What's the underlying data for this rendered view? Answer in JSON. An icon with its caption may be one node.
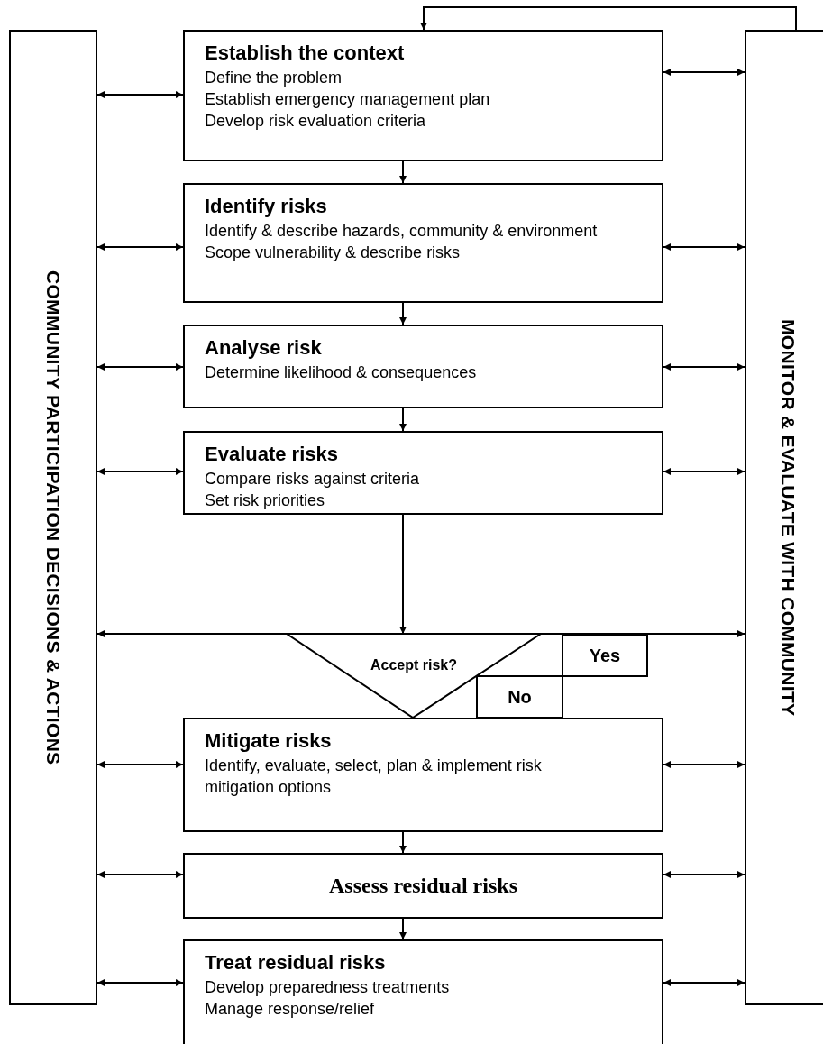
{
  "diagram": {
    "nodes": [
      {
        "text": [
          "COMMUNITY PARTICIPATION DECISIONS & ACTIONS"
        ]
      },
      {
        "text": [
          "Establish the context",
          "Define the problem",
          "Establish emergency management plan",
          "Develop risk evaluation criteria"
        ]
      },
      {
        "text": [
          "Identify risks",
          "Identify & describe hazards, community & environment",
          "Scope vulnerability & describe risks"
        ]
      },
      {
        "text": [
          "Analyse risk",
          "Determine likelihood & consequences"
        ]
      },
      {
        "text": [
          "Evaluate risks",
          "Compare risks against criteria",
          "Set risk priorities"
        ]
      },
      {
        "text": [
          "Accept risk?"
        ]
      },
      {
        "text": [
          "Yes"
        ]
      },
      {
        "text": [
          "No"
        ]
      },
      {
        "text": [
          "Mitigate risks",
          "Identify, evaluate, select, plan & implement risk mitigation options"
        ]
      },
      {
        "text": [
          "Assess residual risks"
        ]
      },
      {
        "text": [
          "Treat residual risks",
          "Develop preparedness treatments",
          "Manage response/relief"
        ]
      },
      {
        "text": [
          "MONITOR & EVALUATE WITH COMMUNITY"
        ]
      }
    ],
    "edges": [
      {
        "from": 11,
        "to": 1,
        "arrow": "to"
      },
      {
        "from": 0,
        "to": 1,
        "arrow": "both"
      },
      {
        "from": 1,
        "to": 11,
        "arrow": "both"
      },
      {
        "from": 1,
        "to": 2,
        "arrow": "to"
      },
      {
        "from": 0,
        "to": 2,
        "arrow": "both"
      },
      {
        "from": 2,
        "to": 11,
        "arrow": "both"
      },
      {
        "from": 2,
        "to": 3,
        "arrow": "to"
      },
      {
        "from": 0,
        "to": 3,
        "arrow": "both"
      },
      {
        "from": 3,
        "to": 11,
        "arrow": "both"
      },
      {
        "from": 3,
        "to": 4,
        "arrow": "to"
      },
      {
        "from": 0,
        "to": 4,
        "arrow": "both"
      },
      {
        "from": 4,
        "to": 11,
        "arrow": "both"
      },
      {
        "from": 4,
        "to": 5,
        "arrow": "to"
      },
      {
        "from": 0,
        "to": 11,
        "arrow": "both"
      },
      {
        "from": 0,
        "to": 8,
        "arrow": "both"
      },
      {
        "from": 8,
        "to": 11,
        "arrow": "both"
      },
      {
        "from": 8,
        "to": 9,
        "arrow": "to"
      },
      {
        "from": 0,
        "to": 9,
        "arrow": "both"
      },
      {
        "from": 9,
        "to": 11,
        "arrow": "both"
      },
      {
        "from": 9,
        "to": 10,
        "arrow": "to"
      },
      {
        "from": 0,
        "to": 10,
        "arrow": "both"
      },
      {
        "from": 10,
        "to": 11,
        "arrow": "both"
      }
    ]
  }
}
